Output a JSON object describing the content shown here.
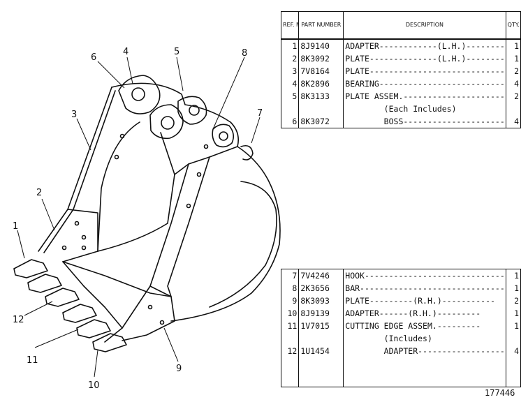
{
  "table_header": {
    "ref": "REF. NO.",
    "part": "PART NUMBER",
    "description": "DESCRIPTION",
    "qty": "QTY."
  },
  "table_top": [
    {
      "ref": "1",
      "pn": "8J9140",
      "desc": "ADAPTER------------(L.H.)--------",
      "qty": "1"
    },
    {
      "ref": "2",
      "pn": "8K3092",
      "desc": "PLATE--------------(L.H.)--------",
      "qty": "1"
    },
    {
      "ref": "3",
      "pn": "7V8164",
      "desc": "PLATE-------------------------------",
      "qty": "2"
    },
    {
      "ref": "4",
      "pn": "8K2896",
      "desc": "BEARING------------------------------",
      "qty": "4"
    },
    {
      "ref": "5",
      "pn": "8K3133",
      "desc": "PLATE ASSEM.-------------------------",
      "qty": "2"
    },
    {
      "ref": "",
      "pn": "",
      "desc": "        (Each Includes)",
      "qty": ""
    },
    {
      "ref": "6",
      "pn": "8K3072",
      "desc": "        BOSS-------------------------",
      "qty": "4"
    }
  ],
  "table_bottom": [
    {
      "ref": "7",
      "pn": "7V4246",
      "desc": "HOOK-----------------------------------",
      "qty": "1"
    },
    {
      "ref": "8",
      "pn": "2K3656",
      "desc": "BAR--------------------------------------",
      "qty": "1"
    },
    {
      "ref": "9",
      "pn": "8K3093",
      "desc": "PLATE---------(R.H.)-----------",
      "qty": "2"
    },
    {
      "ref": "10",
      "pn": "8J9139",
      "desc": "ADAPTER------(R.H.)---------",
      "qty": "1"
    },
    {
      "ref": "11",
      "pn": "1V7015",
      "desc": "CUTTING EDGE ASSEM.---------",
      "qty": "1"
    },
    {
      "ref": "",
      "pn": "",
      "desc": "        (Includes)",
      "qty": ""
    },
    {
      "ref": "12",
      "pn": "1U1454",
      "desc": "        ADAPTER-------------------------",
      "qty": "4"
    }
  ],
  "callouts": [
    "1",
    "2",
    "3",
    "4",
    "5",
    "6",
    "7",
    "8",
    "9",
    "10",
    "11",
    "12"
  ],
  "figure_number": "177446"
}
